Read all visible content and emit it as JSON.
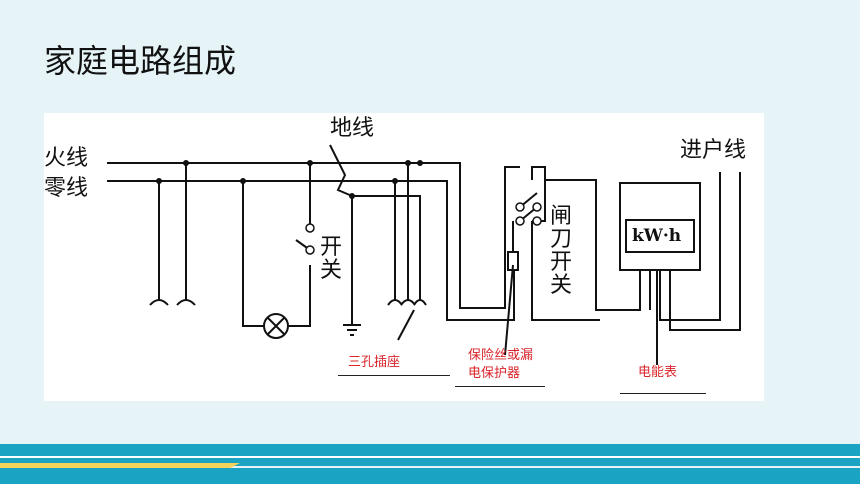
{
  "title": "家庭电路组成",
  "labels": {
    "live_wire": "火线",
    "neutral_wire": "零线",
    "ground_wire": "地线",
    "service_wire": "进户线",
    "switch_char1": "开",
    "switch_char2": "关",
    "knife_switch_1": "闸",
    "knife_switch_2": "刀",
    "knife_switch_3": "开",
    "knife_switch_4": "关",
    "meter_unit": "kW·h"
  },
  "annotations": {
    "socket": "三孔插座",
    "fuse_line1": "保险丝或漏",
    "fuse_line2": "电保护器",
    "meter": "电能表"
  },
  "colors": {
    "background": "#e6f4f8",
    "annotation": "#d8232a",
    "stripe": "#1ba3c3",
    "accent": "#f3d35a"
  }
}
